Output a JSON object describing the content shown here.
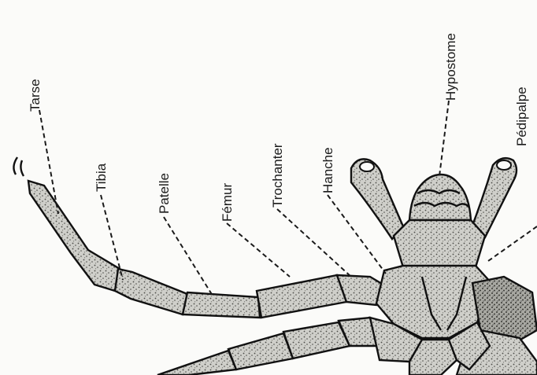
{
  "figure": {
    "labels": {
      "tarse": "Tarse",
      "tibia": "Tibia",
      "patelle": "Patelle",
      "femur": "Fémur",
      "trochanter": "Trochanter",
      "hanche": "Hanche",
      "hypostome": "Hypostome",
      "pedipalpe": "Pédipalpe"
    },
    "colors": {
      "ink": "#111111",
      "paper": "#fbfbf9",
      "stipple_light": "#cfcfca",
      "stipple_dark": "#8e8e88"
    }
  }
}
